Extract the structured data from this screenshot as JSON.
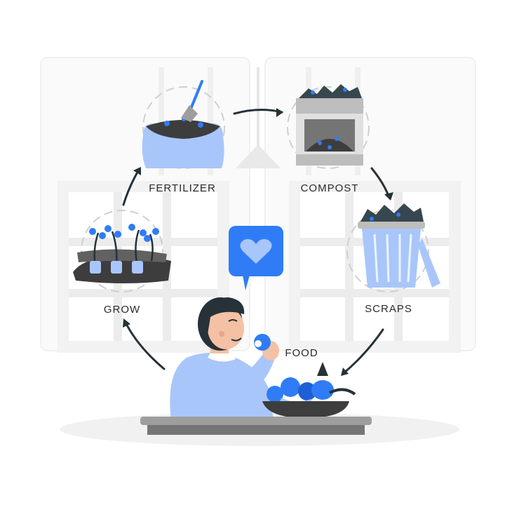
{
  "cycle": {
    "stages": {
      "fertilizer": "FERTILIZER",
      "compost": "COMPOST",
      "scraps": "SCRAPS",
      "food": "FOOD",
      "grow": "GROW"
    }
  },
  "colors": {
    "accent": "#2f7cf6",
    "light_blue": "#a9c6fb",
    "dark": "#3d3d3d",
    "grey": "#bdbdbd"
  }
}
